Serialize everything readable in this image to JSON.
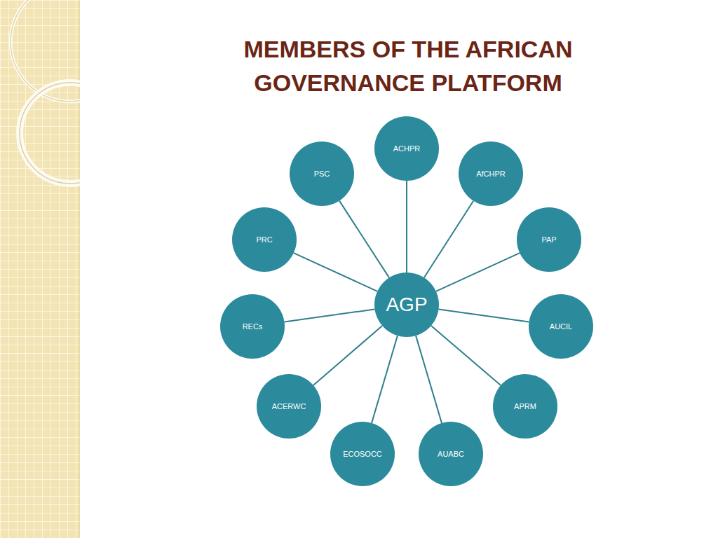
{
  "diagram": {
    "title": "MEMBERS OF THE AFRICAN GOVERNANCE PLATFORM",
    "nodes": [
      {
        "text": [
          "AGP"
        ]
      },
      {
        "text": [
          "ACHPR"
        ]
      },
      {
        "text": [
          "AfCHPR"
        ]
      },
      {
        "text": [
          "PAP"
        ]
      },
      {
        "text": [
          "AUCIL"
        ]
      },
      {
        "text": [
          "APRM"
        ]
      },
      {
        "text": [
          "AUABC"
        ]
      },
      {
        "text": [
          "ECOSOCC"
        ]
      },
      {
        "text": [
          "ACERWC"
        ]
      },
      {
        "text": [
          "RECs"
        ]
      },
      {
        "text": [
          "PRC"
        ]
      },
      {
        "text": [
          "PSC"
        ]
      }
    ],
    "edges": [
      {
        "from": 0,
        "to": 1,
        "arrow": "none"
      },
      {
        "from": 0,
        "to": 2,
        "arrow": "none"
      },
      {
        "from": 0,
        "to": 3,
        "arrow": "none"
      },
      {
        "from": 0,
        "to": 4,
        "arrow": "none"
      },
      {
        "from": 0,
        "to": 5,
        "arrow": "none"
      },
      {
        "from": 0,
        "to": 6,
        "arrow": "none"
      },
      {
        "from": 0,
        "to": 7,
        "arrow": "none"
      },
      {
        "from": 0,
        "to": 8,
        "arrow": "none"
      },
      {
        "from": 0,
        "to": 9,
        "arrow": "none"
      },
      {
        "from": 0,
        "to": 10,
        "arrow": "none"
      },
      {
        "from": 0,
        "to": 11,
        "arrow": "none"
      }
    ]
  }
}
